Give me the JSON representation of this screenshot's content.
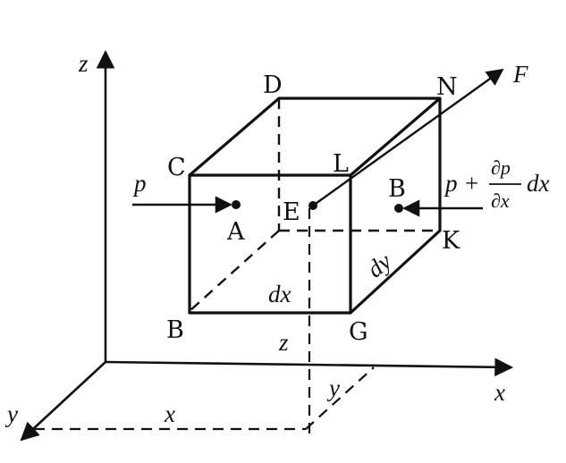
{
  "axes": {
    "x": "x",
    "y": "y",
    "z": "z"
  },
  "vertices": {
    "B": "B",
    "C": "C",
    "D": "D",
    "N": "N",
    "L": "L",
    "K": "K",
    "G": "G",
    "E": "E"
  },
  "points": {
    "A": "A",
    "B_right": "B"
  },
  "dims": {
    "dx": "dx",
    "dy": "dy",
    "x_base": "x",
    "y_base": "y",
    "z_base": "z"
  },
  "forces": {
    "left": "p",
    "right_p": "p +",
    "right_num": "∂p",
    "right_den": "∂x",
    "right_dx": "dx",
    "F": "F"
  }
}
